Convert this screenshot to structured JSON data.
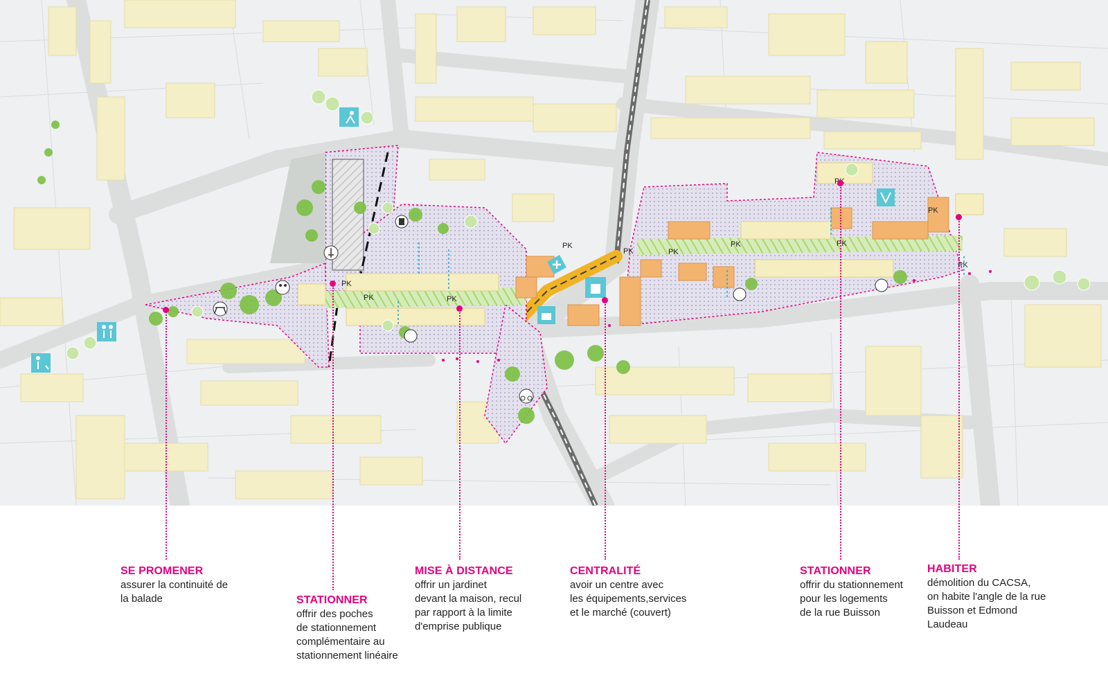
{
  "map": {
    "parking_label": "PK",
    "colors": {
      "background": "#eef0f2",
      "road": "#dfe1e0",
      "building": "#f4efc6",
      "new_building": "#f2b46f",
      "tree": "#7bc043",
      "tree_light": "#c8e6a7",
      "grass_strip": "#b9de7e",
      "project_zone": "#dcdbe9",
      "icon_bg": "#5bc6d6",
      "accent": "#e6007e",
      "tram_yellow": "#f0b323"
    },
    "icons": [
      "soccer-player-icon",
      "walking-person-icon",
      "picnic-table-icon",
      "playground-icon",
      "dog-walker-icon",
      "children-icon",
      "pharmacy-cross-icon",
      "market-stall-icon",
      "kiosk-icon",
      "swing-icon",
      "bicycle-icon",
      "waste-bin-icon",
      "wheelchair-icon"
    ]
  },
  "annotations": [
    {
      "id": "se-promener",
      "title": "SE PROMENER",
      "desc": "assurer la continuité de\nla balade"
    },
    {
      "id": "stationner-1",
      "title": "STATIONNER",
      "desc": "offrir des poches\nde stationnement\ncomplémentaire au\nstationnement linéaire"
    },
    {
      "id": "mise-a-distance",
      "title": "MISE À DISTANCE",
      "desc": "offrir un jardinet\ndevant la maison, recul\npar rapport à la limite\nd'emprise publique"
    },
    {
      "id": "centralite",
      "title": "CENTRALITÉ",
      "desc": "avoir un centre avec\nles équipements,services\net le marché (couvert)"
    },
    {
      "id": "stationner-2",
      "title": "STATIONNER",
      "desc": "offrir du stationnement\npour les logements\nde la rue Buisson"
    },
    {
      "id": "habiter",
      "title": "HABITER",
      "desc": "démolition du CACSA,\non habite l'angle de la rue\nBuisson et Edmond\nLaudeau"
    }
  ]
}
